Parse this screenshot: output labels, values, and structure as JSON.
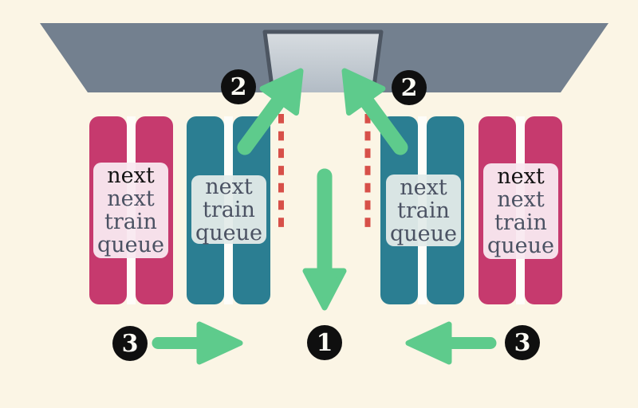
{
  "scene": {
    "background_color": "#fbf5e5",
    "train_body_color": "#73808f",
    "door_border_color": "#4d5662",
    "door_fill_top": "#d8dde1",
    "door_fill_bottom": "#aeb8c2",
    "arrow_color": "#5ecb8c",
    "divider_color": "#d75049",
    "badge_background": "#0f0f0f",
    "badge_text_color": "#fcfbf4",
    "label_text_color": "#4b5263",
    "label_emphasis_color": "#131313"
  },
  "queues": [
    {
      "name": "far-left",
      "kind": "next-next-train-queue",
      "bar_color": "#c63a6e",
      "label_bg": "#f9e9f0",
      "label_lines": [
        "next",
        "next",
        "train",
        "queue"
      ]
    },
    {
      "name": "inner-left",
      "kind": "next-train-queue",
      "bar_color": "#2b7e92",
      "label_bg": "#e3ebe9",
      "label_lines": [
        "next",
        "train",
        "queue"
      ]
    },
    {
      "name": "inner-right",
      "kind": "next-train-queue",
      "bar_color": "#2b7e92",
      "label_bg": "#e3ebe9",
      "label_lines": [
        "next",
        "train",
        "queue"
      ]
    },
    {
      "name": "far-right",
      "kind": "next-next-train-queue",
      "bar_color": "#c63a6e",
      "label_bg": "#f9e9f0",
      "label_lines": [
        "next",
        "next",
        "train",
        "queue"
      ]
    }
  ],
  "steps": [
    {
      "number": "2"
    },
    {
      "number": "2"
    },
    {
      "number": "3"
    },
    {
      "number": "1"
    },
    {
      "number": "3"
    }
  ]
}
